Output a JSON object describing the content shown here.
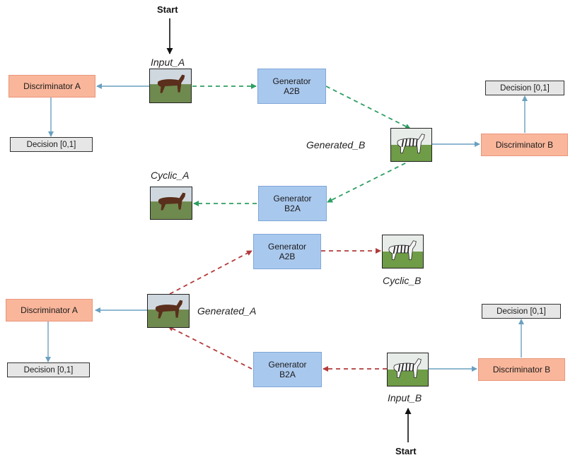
{
  "start_label": "Start",
  "discriminator_a": "Discriminator A",
  "discriminator_b": "Discriminator B",
  "decision": "Decision [0,1]",
  "gen_a2b": [
    "Generator",
    "A2B"
  ],
  "gen_b2a": [
    "Generator",
    "B2A"
  ],
  "labels": {
    "input_a": "Input_A",
    "generated_b": "Generated_B",
    "cyclic_a": "Cyclic_A",
    "cyclic_b": "Cyclic_B",
    "generated_a": "Generated_A",
    "input_b": "Input_B"
  },
  "colors": {
    "disc_fill": "#f9b69b",
    "gen_fill": "#a9c8ee",
    "decision_fill": "#e6e6e6",
    "blue_arrow": "#6aa0c0",
    "green_dash": "#2e9e62",
    "red_dash": "#b23a3a",
    "black_arrow": "#111111"
  }
}
